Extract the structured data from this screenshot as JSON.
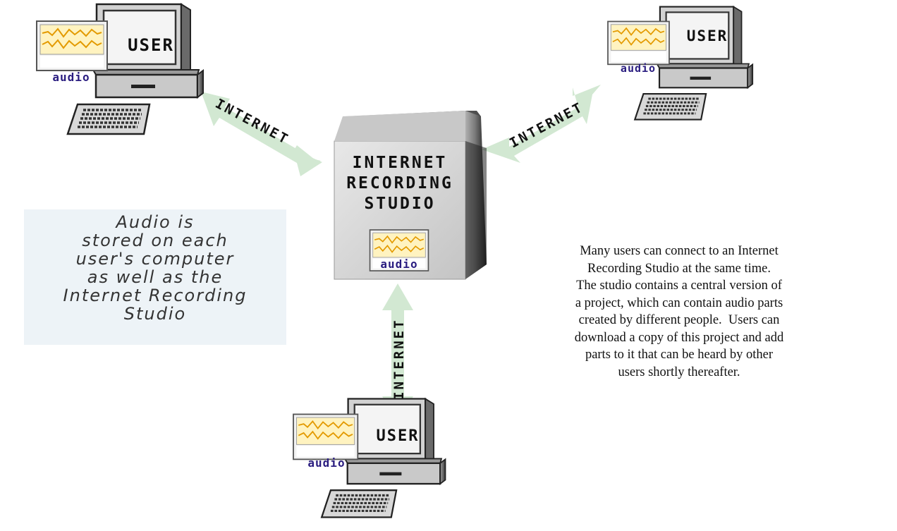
{
  "labels": {
    "user": "USER",
    "audio": "audio",
    "internet": "INTERNET",
    "studio_lines": [
      "INTERNET",
      "RECORDING",
      "STUDIO"
    ]
  },
  "note_lines": [
    "Audio is",
    "stored on each",
    "user's computer",
    "as well as the",
    "Internet Recording",
    "Studio"
  ],
  "description_lines": [
    "Many users can connect to an Internet",
    "Recording Studio at the same time.",
    "The studio contains a central version of",
    "a project, which can contain audio parts",
    "created by different people.  Users can",
    "download a copy of this project and add",
    "parts to it that can be heard by other",
    "users shortly thereafter."
  ],
  "colors": {
    "arrow": "#d2e8d2",
    "waveform": "#e39a00",
    "audio_panel": "#fff3c0",
    "audio_text": "#2a1d80",
    "note_bg": "#edf3f7"
  }
}
